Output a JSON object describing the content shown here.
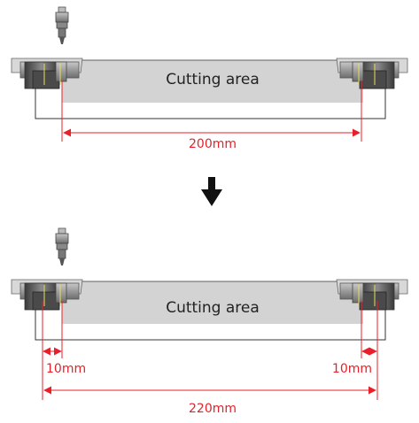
{
  "top_panel": {
    "area_label": "Cutting area",
    "width_label": "200mm"
  },
  "bottom_panel": {
    "area_label": "Cutting area",
    "left_margin_label": "10mm",
    "right_margin_label": "10mm",
    "width_label": "220mm"
  },
  "colors": {
    "dimension": "#e8202a",
    "area_fill": "#d3d3d3",
    "frame": "#333333",
    "arrow": "#111111",
    "roller_marker": "#e6e05a"
  },
  "icons": {
    "blade_holder": "blade-holder-icon",
    "pinch_roller": "pinch-roller-icon",
    "transition": "down-arrow-icon"
  }
}
